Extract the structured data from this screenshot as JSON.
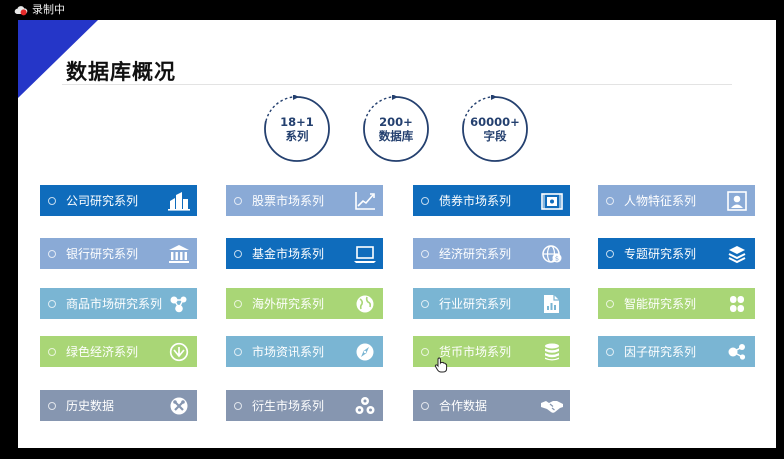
{
  "recorder": {
    "label": "录制中",
    "icon": "cloud-record-icon"
  },
  "slide": {
    "title": "数据库概况"
  },
  "stats": [
    {
      "line1": "18+1",
      "line2": "系列"
    },
    {
      "line1": "200+",
      "line2": "数据库"
    },
    {
      "line1": "60000+",
      "line2": "字段"
    }
  ],
  "colors": {
    "dark_blue": "#0f6cbc",
    "light_blue": "#8aaad6",
    "teal": "#7ab5d3",
    "green": "#a9d676",
    "slate": "#8696b0",
    "circle_stroke": "#24406f",
    "corner": "#2536c8"
  },
  "tiles": [
    {
      "label": "公司研究系列",
      "color": "#0f6cbc",
      "icon": "building-icon"
    },
    {
      "label": "股票市场系列",
      "color": "#8aaad6",
      "icon": "line-chart-icon"
    },
    {
      "label": "债券市场系列",
      "color": "#0f6cbc",
      "icon": "bond-certificate-icon"
    },
    {
      "label": "人物特征系列",
      "color": "#8aaad6",
      "icon": "person-portrait-icon"
    },
    {
      "label": "银行研究系列",
      "color": "#8aaad6",
      "icon": "bank-icon"
    },
    {
      "label": "基金市场系列",
      "color": "#0f6cbc",
      "icon": "laptop-icon"
    },
    {
      "label": "经济研究系列",
      "color": "#8aaad6",
      "icon": "globe-money-icon"
    },
    {
      "label": "专题研究系列",
      "color": "#0f6cbc",
      "icon": "layers-icon"
    },
    {
      "label": "商品市场研究系列",
      "color": "#7ab5d3",
      "icon": "molecule-icon"
    },
    {
      "label": "海外研究系列",
      "color": "#a9d676",
      "icon": "globe-icon"
    },
    {
      "label": "行业研究系列",
      "color": "#7ab5d3",
      "icon": "document-chart-icon"
    },
    {
      "label": "智能研究系列",
      "color": "#a9d676",
      "icon": "clover-icon"
    },
    {
      "label": "绿色经济系列",
      "color": "#a9d676",
      "icon": "leaf-badge-icon"
    },
    {
      "label": "市场资讯系列",
      "color": "#7ab5d3",
      "icon": "compass-icon"
    },
    {
      "label": "货币市场系列",
      "color": "#a9d676",
      "icon": "coin-stack-icon"
    },
    {
      "label": "因子研究系列",
      "color": "#7ab5d3",
      "icon": "factor-nodes-icon"
    },
    {
      "label": "历史数据",
      "color": "#8696b0",
      "icon": "tools-icon"
    },
    {
      "label": "衍生市场系列",
      "color": "#8696b0",
      "icon": "network-cubes-icon"
    },
    {
      "label": "合作数据",
      "color": "#8696b0",
      "icon": "handshake-icon"
    }
  ]
}
